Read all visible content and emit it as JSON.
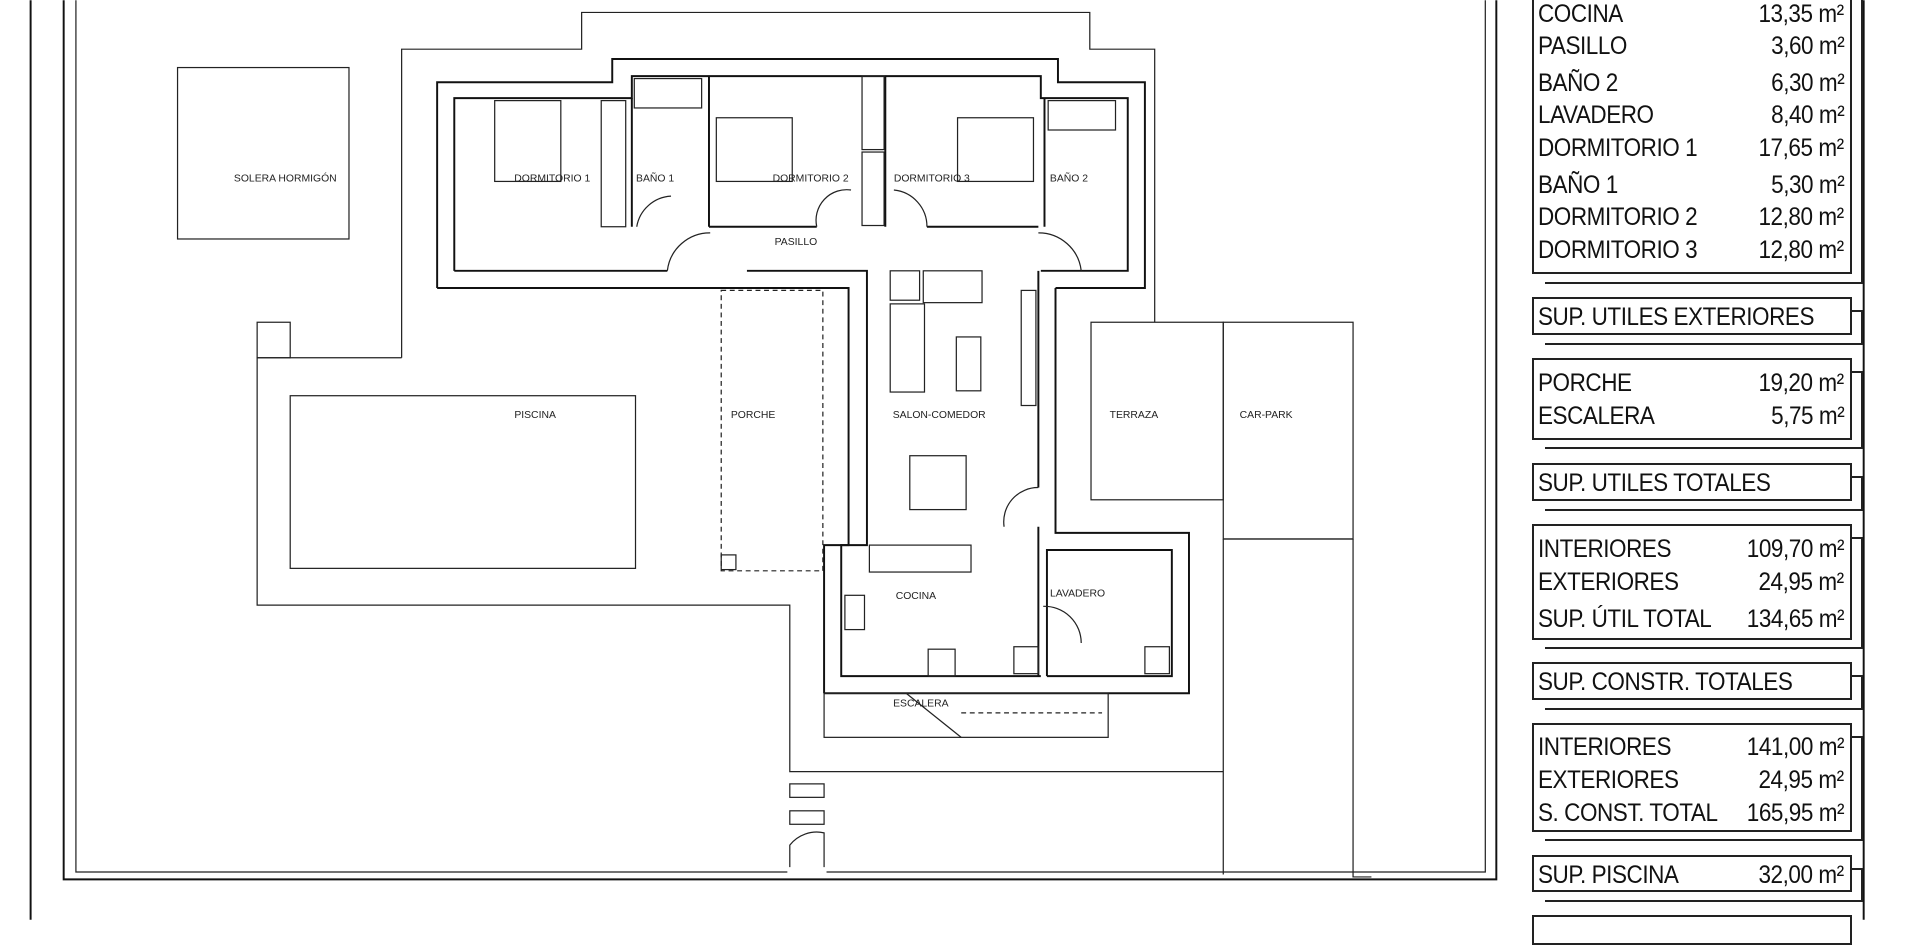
{
  "plan": {
    "labels": {
      "solera": "SOLERA HORMIGÓN",
      "piscina": "PISCINA",
      "porche": "PORCHE",
      "salon": "SALON-COMEDOR",
      "terraza": "TERRAZA",
      "carpark": "CAR-PARK",
      "dorm1": "DORMITORIO 1",
      "bano1": "BAÑO 1",
      "dorm2": "DORMITORIO 2",
      "dorm3": "DORMITORIO 3",
      "bano2": "BAÑO 2",
      "pasillo": "PASILLO",
      "cocina": "COCINA",
      "lavadero": "LAVADERO",
      "escalera": "ESCALERA"
    }
  },
  "table": {
    "interiores_rows": [
      {
        "label": "COCINA",
        "value": "13,35 m²"
      },
      {
        "label": "PASILLO",
        "value": "3,60 m²"
      },
      {
        "label": "BAÑO 2",
        "value": "6,30 m²"
      },
      {
        "label": "LAVADERO",
        "value": "8,40 m²"
      },
      {
        "label": "DORMITORIO 1",
        "value": "17,65 m²"
      },
      {
        "label": "BAÑO 1",
        "value": "5,30 m²"
      },
      {
        "label": "DORMITORIO 2",
        "value": "12,80 m²"
      },
      {
        "label": "DORMITORIO 3",
        "value": "12,80 m²"
      }
    ],
    "exteriores_title": "SUP. UTILES EXTERIORES",
    "exteriores_rows": [
      {
        "label": "PORCHE",
        "value": "19,20 m²"
      },
      {
        "label": "ESCALERA",
        "value": "5,75 m²"
      }
    ],
    "utiles_title": "SUP. UTILES TOTALES",
    "utiles_rows": [
      {
        "label": "INTERIORES",
        "value": "109,70 m²"
      },
      {
        "label": "EXTERIORES",
        "value": "24,95 m²"
      },
      {
        "label": "SUP. ÚTIL TOTAL",
        "value": "134,65 m²"
      }
    ],
    "constr_title": "SUP. CONSTR. TOTALES",
    "constr_rows": [
      {
        "label": "INTERIORES",
        "value": "141,00 m²"
      },
      {
        "label": "EXTERIORES",
        "value": "24,95 m²"
      },
      {
        "label": "S. CONST. TOTAL",
        "value": "165,95 m²"
      }
    ],
    "piscina": {
      "label": "SUP. PISCINA",
      "value": "32,00 m²"
    }
  }
}
